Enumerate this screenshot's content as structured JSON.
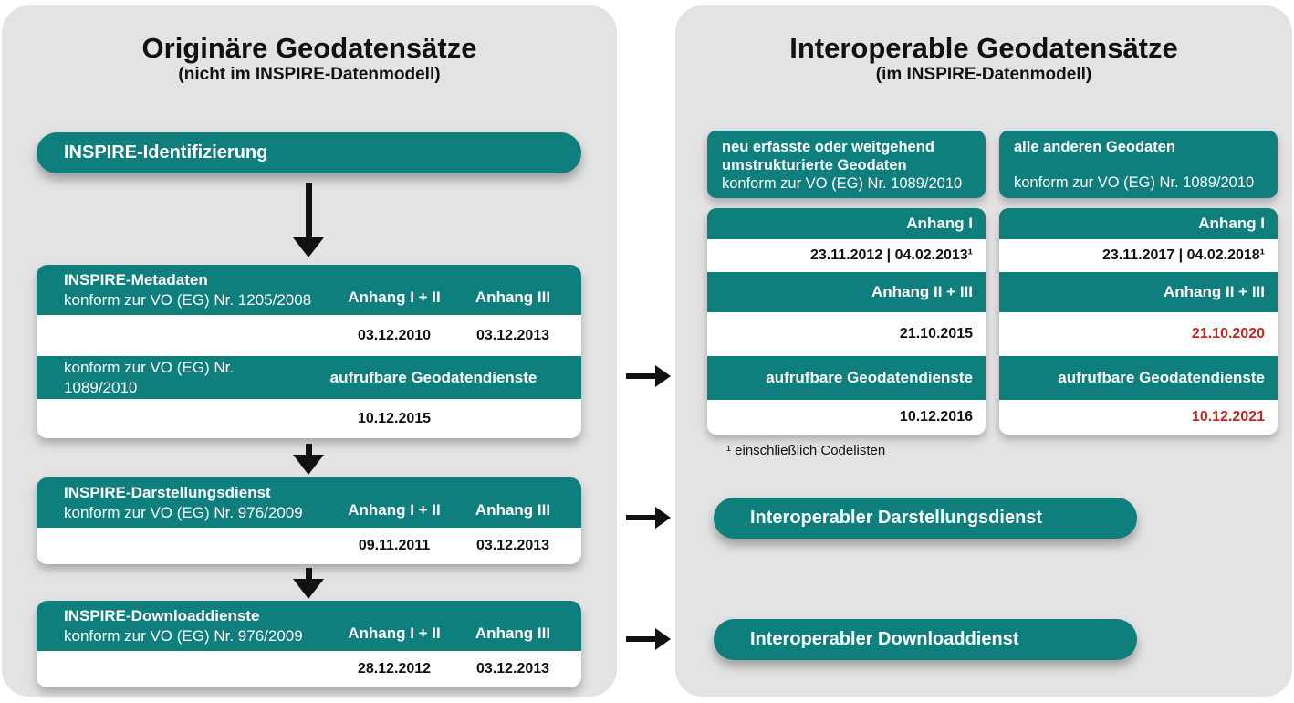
{
  "colors": {
    "teal": "#0f7f7e",
    "panel_bg": "#e3e3e3",
    "highlight_red": "#c3271e",
    "arrow_black": "#111111",
    "text_dark": "#111111"
  },
  "left_panel": {
    "title": "Originäre Geodatensätze",
    "subtitle": "(nicht im INSPIRE-Datenmodell)",
    "identifizierung_label": "INSPIRE-Identifizierung",
    "blocks": [
      {
        "title": "INSPIRE-Metadaten",
        "regulation": "konform zur VO (EG) Nr. 1205/2008",
        "col1_header": "Anhang I + II",
        "col2_header": "Anhang III",
        "col1_date": "03.12.2010",
        "col2_date": "03.12.2013",
        "services": {
          "regulation": "konform zur VO (EG) Nr. 1089/2010",
          "col_header": "aufrufbare Geodatendienste",
          "date": "10.12.2015"
        }
      },
      {
        "title": "INSPIRE-Darstellungsdienst",
        "regulation": "konform zur VO (EG) Nr. 976/2009",
        "col1_header": "Anhang I + II",
        "col2_header": "Anhang III",
        "col1_date": "09.11.2011",
        "col2_date": "03.12.2013"
      },
      {
        "title": "INSPIRE-Downloaddienste",
        "regulation": "konform zur VO (EG) Nr. 976/2009",
        "col1_header": "Anhang I + II",
        "col2_header": "Anhang III",
        "col1_date": "28.12.2012",
        "col2_date": "03.12.2013"
      }
    ]
  },
  "right_panel": {
    "title": "Interoperable Geodatensätze",
    "subtitle": "(im INSPIRE-Datenmodell)",
    "columns": [
      {
        "header_lines": [
          "neu erfasste oder weitgehend",
          "umstrukturierte Geodaten"
        ],
        "header_note": "konform zur VO (EG) Nr. 1089/2010",
        "rows": [
          {
            "label": "Anhang I",
            "date": "23.11.2012 | 04.02.2013¹"
          },
          {
            "label": "Anhang II + III",
            "date": "21.10.2015"
          },
          {
            "label": "aufrufbare Geodatendienste",
            "date": "10.12.2016"
          }
        ]
      },
      {
        "header_lines": [
          "alle anderen Geodaten"
        ],
        "header_note": "konform zur VO (EG) Nr. 1089/2010",
        "rows": [
          {
            "label": "Anhang I",
            "date": "23.11.2017 | 04.02.2018¹"
          },
          {
            "label": "Anhang II + III",
            "date": "21.10.2020",
            "highlight": true
          },
          {
            "label": "aufrufbare Geodatendienste",
            "date": "10.12.2021",
            "highlight": true
          }
        ]
      }
    ],
    "footnote": "¹ einschließlich Codelisten",
    "service_bars": [
      "Interoperabler Darstellungsdienst",
      "Interoperabler Downloaddienst"
    ]
  }
}
